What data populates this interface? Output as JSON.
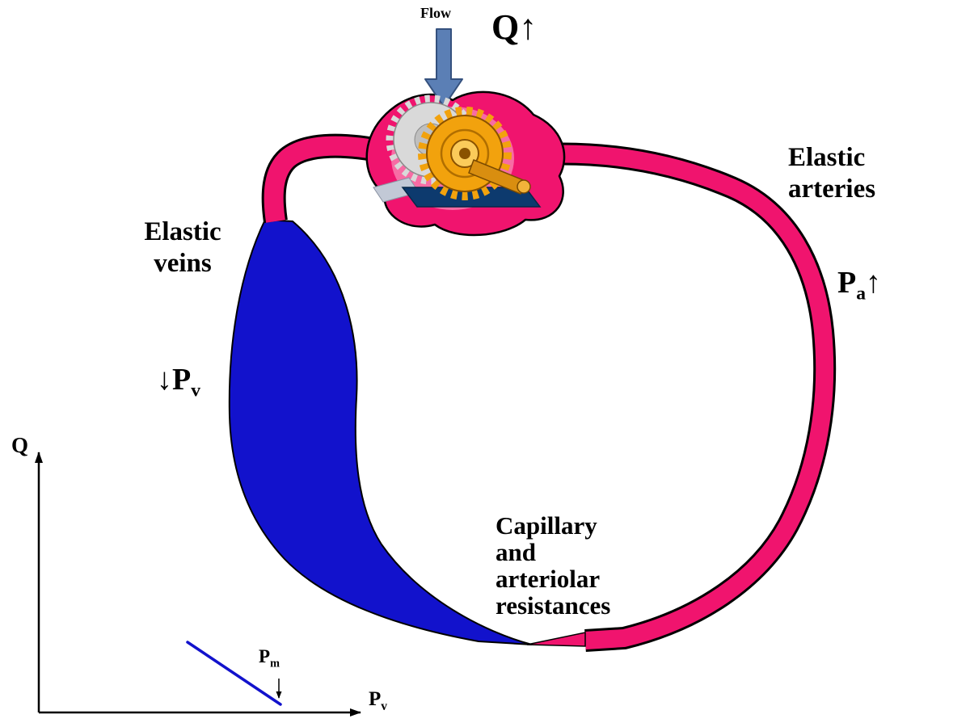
{
  "icons": {
    "arrow_up": "↑",
    "arrow_down": "↓"
  },
  "labels": {
    "flow": "Flow",
    "q": "Q",
    "arteries": {
      "line1": "Elastic",
      "line2": "arteries"
    },
    "pa": {
      "base": "P",
      "sub": "a"
    },
    "veins": {
      "line1": "Elastic",
      "line2": "veins"
    },
    "pv": {
      "base": "P",
      "sub": "v"
    },
    "resistances": {
      "line1": "Capillary",
      "line2": "and",
      "line3": "arteriolar",
      "line4": "resistances"
    }
  },
  "graph": {
    "y_axis_label": "Q",
    "x_axis_label": {
      "base": "P",
      "sub": "v"
    },
    "pm_label": {
      "base": "P",
      "sub": "m"
    }
  },
  "colors": {
    "artery_pink": "#F0146E",
    "vein_blue": "#1212CC",
    "flow_arrow_blue": "#5B7FB5",
    "gear_orange": "#F2A20D",
    "gear_silver": "#D9D9D9",
    "pump_base_navy": "#0D3A6E",
    "outline_black": "#000000"
  }
}
